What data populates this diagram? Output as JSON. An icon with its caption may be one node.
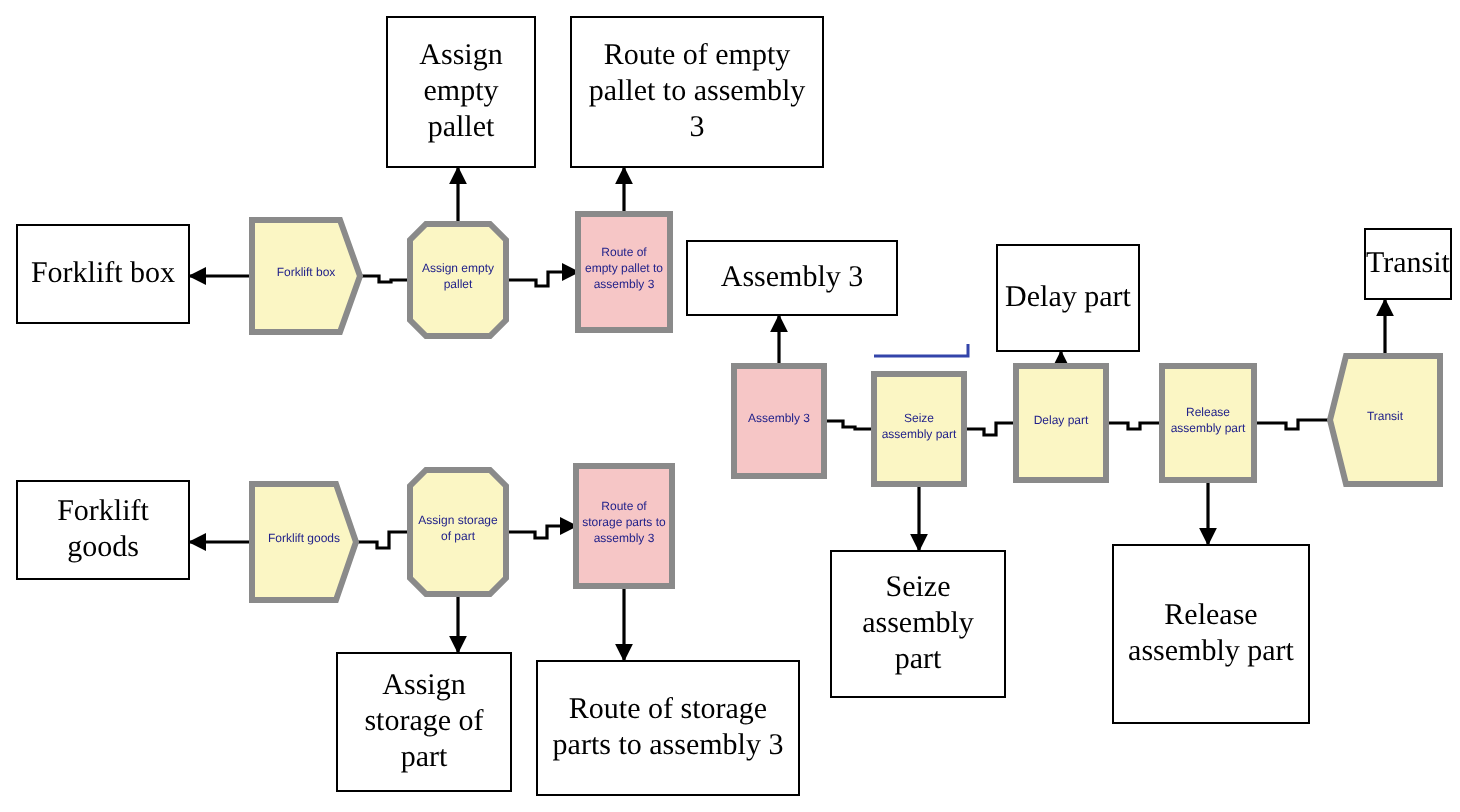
{
  "diagram": {
    "nodes": [
      {
        "text": [
          "Forklift box"
        ]
      },
      {
        "text": [
          "Assign empty pallet"
        ]
      },
      {
        "text": [
          "Route of empty pallet to assembly 3"
        ]
      },
      {
        "text": [
          "Forklift goods"
        ]
      },
      {
        "text": [
          "Assign storage of part"
        ]
      },
      {
        "text": [
          "Route of storage parts to assembly 3"
        ]
      },
      {
        "text": [
          "Assembly 3"
        ]
      },
      {
        "text": [
          "Seize assembly part"
        ]
      },
      {
        "text": [
          "Delay part"
        ]
      },
      {
        "text": [
          "Release assembly part"
        ]
      },
      {
        "text": [
          "Transit"
        ]
      },
      {
        "text": [
          "Forklift box"
        ]
      },
      {
        "text": [
          "Assign empty pallet"
        ]
      },
      {
        "text": [
          "Route of empty pallet to assembly 3"
        ]
      },
      {
        "text": [
          "Forklift goods"
        ]
      },
      {
        "text": [
          "Assign storage of part"
        ]
      },
      {
        "text": [
          "Route of storage parts to assembly 3"
        ]
      },
      {
        "text": [
          "Assembly 3"
        ]
      },
      {
        "text": [
          "Delay part"
        ]
      },
      {
        "text": [
          "Transit"
        ]
      },
      {
        "text": [
          "Seize assembly part"
        ]
      },
      {
        "text": [
          "Release assembly part"
        ]
      }
    ],
    "edges": [
      {
        "from": 0,
        "to": 1,
        "arrow": "none"
      },
      {
        "from": 1,
        "to": 2,
        "arrow": "to"
      },
      {
        "from": 3,
        "to": 4,
        "arrow": "none"
      },
      {
        "from": 4,
        "to": 5,
        "arrow": "to"
      },
      {
        "from": 6,
        "to": 7,
        "arrow": "none"
      },
      {
        "from": 7,
        "to": 8,
        "arrow": "none"
      },
      {
        "from": 8,
        "to": 9,
        "arrow": "none"
      },
      {
        "from": 9,
        "to": 10,
        "arrow": "none"
      },
      {
        "from": 0,
        "to": 11,
        "arrow": "to"
      },
      {
        "from": 1,
        "to": 12,
        "arrow": "to"
      },
      {
        "from": 2,
        "to": 13,
        "arrow": "to"
      },
      {
        "from": 3,
        "to": 14,
        "arrow": "to"
      },
      {
        "from": 4,
        "to": 15,
        "arrow": "to"
      },
      {
        "from": 5,
        "to": 16,
        "arrow": "to"
      },
      {
        "from": 6,
        "to": 17,
        "arrow": "to"
      },
      {
        "from": 7,
        "to": 20,
        "arrow": "to"
      },
      {
        "from": 8,
        "to": 18,
        "arrow": "to"
      },
      {
        "from": 9,
        "to": 21,
        "arrow": "to"
      },
      {
        "from": 10,
        "to": 19,
        "arrow": "to"
      }
    ]
  }
}
